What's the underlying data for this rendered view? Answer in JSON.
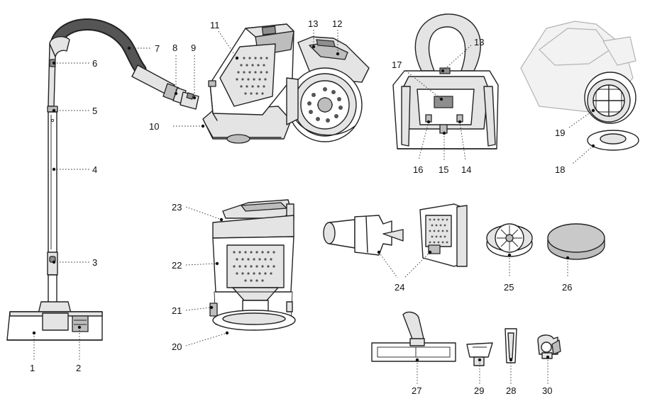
{
  "callouts": {
    "c1": "1",
    "c2": "2",
    "c3": "3",
    "c4": "4",
    "c5": "5",
    "c6": "6",
    "c7": "7",
    "c8": "8",
    "c9": "9",
    "c10": "10",
    "c11": "11",
    "c12": "12",
    "c13": "13",
    "c13b": "13",
    "c14": "14",
    "c15": "15",
    "c16": "16",
    "c17": "17",
    "c18": "18",
    "c19": "19",
    "c20": "20",
    "c21": "21",
    "c22": "22",
    "c23": "23",
    "c24": "24",
    "c25": "25",
    "c26": "26",
    "c27": "27",
    "c28": "28",
    "c29": "29",
    "c30": "30"
  },
  "colors": {
    "line": "#222222",
    "fill_light": "#e4e4e4",
    "fill_mid": "#bdbdbd",
    "fill_dark": "#8e8e8e",
    "ghost": "#b3b3b3"
  }
}
